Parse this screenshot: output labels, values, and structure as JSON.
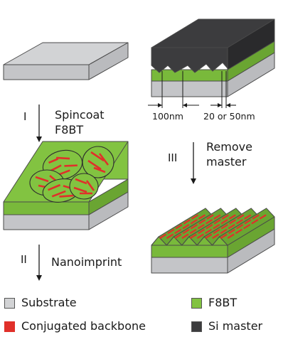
{
  "colors": {
    "substrate": "#d2d3d5",
    "substrate_side": "#babbbe",
    "substrate_front": "#c4c5c8",
    "f8bt": "#82c341",
    "f8bt_side": "#6aa532",
    "f8bt_front": "#79b93b",
    "backbone": "#e0302a",
    "si_master": "#3c3c3e",
    "si_master_side": "#2a2a2c",
    "outline": "#4a4a4a"
  },
  "steps": {
    "spincoat": {
      "numeral": "I",
      "line1": "Spincoat",
      "line2": "F8BT"
    },
    "remove": {
      "numeral": "III",
      "line1": "Remove",
      "line2": "master"
    },
    "imprint": {
      "numeral": "II",
      "line1": "Nanoimprint"
    }
  },
  "dimensions": {
    "period": "100nm",
    "width": "20 or 50nm"
  },
  "legend": {
    "substrate": "Substrate",
    "f8bt": "F8BT",
    "backbone": "Conjugated backbone",
    "si_master": "Si master"
  }
}
